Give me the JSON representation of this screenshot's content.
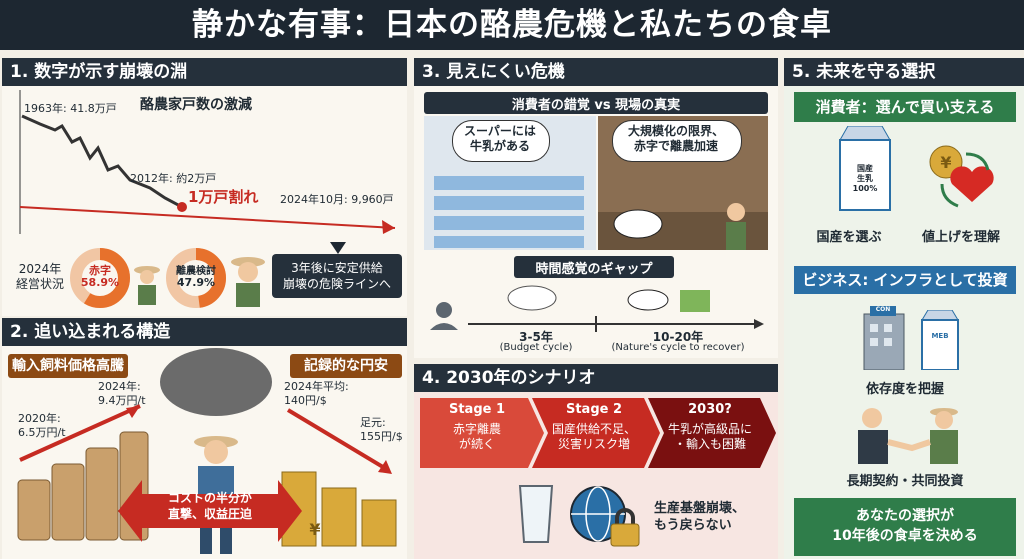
{
  "title": "静かな有事：日本の酪農危機と私たちの食卓",
  "section1": {
    "heading": "1. 数字が示す崩壊の淵",
    "chart_title": "酪農家戸数の激減",
    "label_1963": "1963年: 41.8万戸",
    "label_2012": "2012年: 約2万戸",
    "label_threshold": "1万戸割れ",
    "label_2024": "2024年10月: 9,960戸",
    "status_label": "2024年\n経営状況",
    "donut1_label": "赤字",
    "donut1_value": "58.9%",
    "donut2_label": "離農検討",
    "donut2_value": "47.9%",
    "warning": "3年後に安定供給\n崩壊の危険ラインへ"
  },
  "section2": {
    "heading": "2. 追い込まれる構造",
    "feed_tag": "輸入飼料価格高騰",
    "feed_2020": "2020年:\n6.5万円/t",
    "feed_2024": "2024年:\n9.4万円/t",
    "yen_tag": "記録的な円安",
    "yen_avg": "2024年平均:\n140円/$",
    "yen_peak": "足元:\n155円/$",
    "cost_message": "コストの半分が\n直撃、収益圧迫",
    "yen_symbol": "¥"
  },
  "section3": {
    "heading": "3. 見えにくい危機",
    "banner": "消費者の錯覚 vs 現場の真実",
    "bubble_left": "スーパーには\n牛乳がある",
    "bubble_right": "大規模化の限界、\n赤字で離農加速",
    "gap_title": "時間感覚のギャップ",
    "gap_left_years": "3-5年",
    "gap_left_note": "(Budget cycle)",
    "gap_right_years": "10-20年",
    "gap_right_note": "(Nature's cycle to recover)"
  },
  "section4": {
    "heading": "4. 2030年のシナリオ",
    "stage1_title": "Stage 1",
    "stage1_body": "赤字離農\nが続く",
    "stage2_title": "Stage 2",
    "stage2_body": "国産供給不足、\n災害リスク増",
    "stage3_title": "2030?",
    "stage3_body": "牛乳が高級品に\n・輸入も困難",
    "result": "生産基盤崩壊、\nもう戻らない"
  },
  "section5": {
    "heading": "5. 未来を守る選択",
    "consumer_head": "消費者：選んで買い支える",
    "consumer_item1": "国産を選ぶ",
    "consumer_item2": "値上げを理解",
    "milk_carton_text": "国産\n生乳\n100%",
    "business_head": "ビジネス: インフラとして投資",
    "business_item1": "依存度を把握",
    "business_item2": "長期契約・共同投資",
    "conclusion": "あなたの選択が\n10年後の食卓を決める",
    "building_sign": "CON",
    "carton_label": "MEB"
  },
  "chart_data": {
    "type": "line",
    "title": "酪農家戸数の激減",
    "x": [
      1963,
      2012,
      2024
    ],
    "y": [
      418000,
      20000,
      9960
    ],
    "threshold": 10000,
    "threshold_label": "1万戸割れ"
  },
  "colors": {
    "red": "#c62b22",
    "dark": "#25303b",
    "green": "#2f7d4a",
    "blue": "#2a6fa6",
    "orange": "#e7712c"
  }
}
